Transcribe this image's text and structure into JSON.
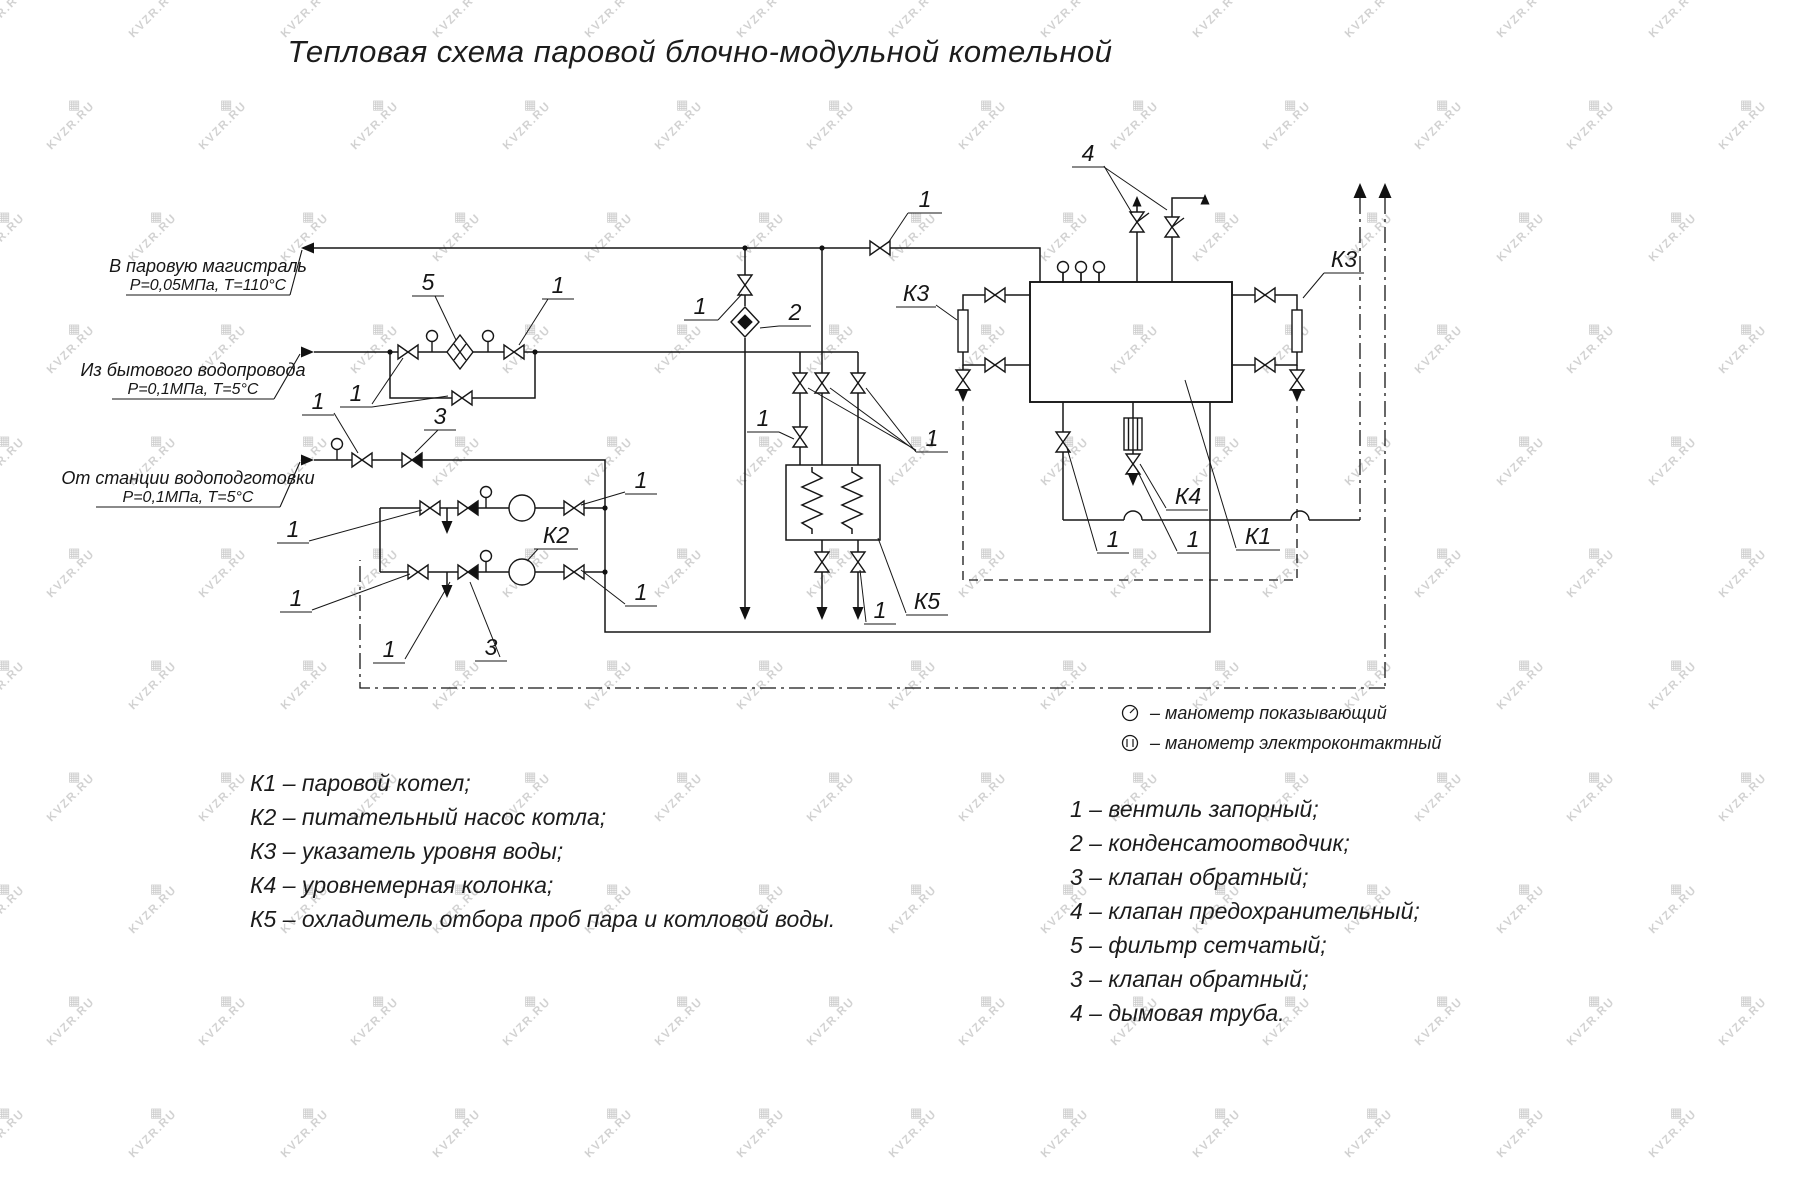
{
  "watermark": {
    "text": "KVZR.RU",
    "icon": "▦"
  },
  "title": "Тепловая схема  паровой блочно-модульной котельной",
  "sources": {
    "steam": [
      "В паровую магистраль",
      "Р=0,05МПа, Т=110°С"
    ],
    "water": [
      "Из бытового водопровода",
      "Р=0,1МПа, Т=5°С"
    ],
    "treated": [
      "От станции водоподготовки",
      "Р=0,1МПа, Т=5°С"
    ]
  },
  "callouts": {
    "c1": "1",
    "c2": "2",
    "c3": "3",
    "c4": "4",
    "c5": "5",
    "k1": "К1",
    "k2": "К2",
    "k3": "К3",
    "k4": "К4",
    "k5": "К5"
  },
  "gauge_legend": [
    "–  манометр показывающий",
    "–  манометр электроконтактный"
  ],
  "legend_k": [
    "К1 –  паровой  котел;",
    "К2 –  питательный насос котла;",
    "К3 –  указатель уровня воды;",
    "К4 –  уровнемерная колонка;",
    "К5 –  охладитель отбора проб пара и котловой воды."
  ],
  "legend_n": [
    "1 –  вентиль запорный;",
    "2 –  конденсатоотводчик;",
    "3 –  клапан обратный;",
    "4 –  клапан предохранительный;",
    "5 –  фильтр сетчатый;",
    "3 –  клапан обратный;",
    "4 –  дымовая труба."
  ]
}
